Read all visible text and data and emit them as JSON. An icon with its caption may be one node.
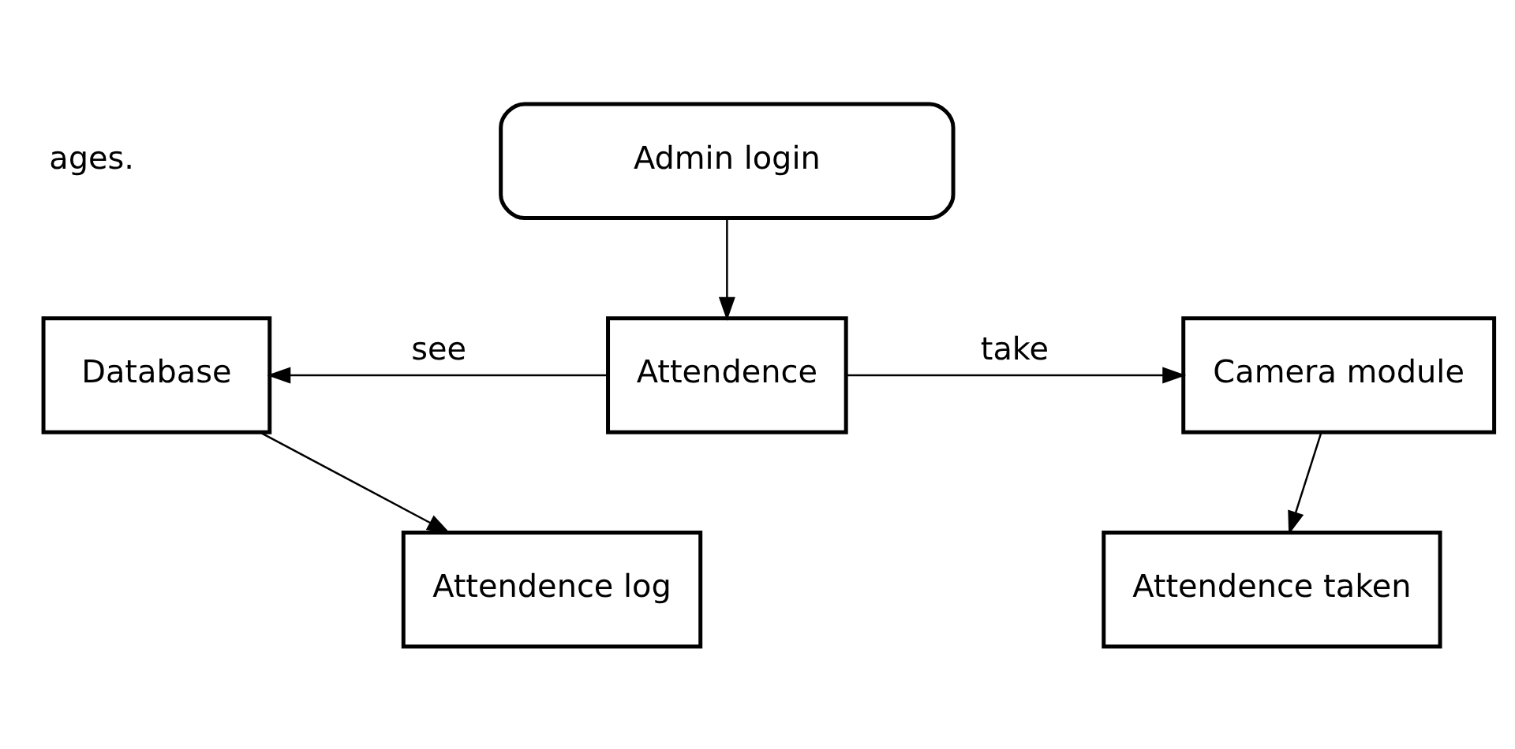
{
  "diagram": {
    "nodes": [
      {
        "text": [
          "Admin login"
        ]
      },
      {
        "text": [
          "Attendence"
        ]
      },
      {
        "text": [
          "Database"
        ]
      },
      {
        "text": [
          "Camera module"
        ]
      },
      {
        "text": [
          "Attendence log"
        ]
      },
      {
        "text": [
          "Attendence taken"
        ]
      }
    ],
    "edges": [
      {
        "from": 0,
        "to": 1,
        "arrow": "to"
      },
      {
        "from": 1,
        "to": 2,
        "arrow": "to",
        "label": "see"
      },
      {
        "from": 1,
        "to": 3,
        "arrow": "to",
        "label": "take"
      },
      {
        "from": 2,
        "to": 4,
        "arrow": "to"
      },
      {
        "from": 3,
        "to": 5,
        "arrow": "to"
      }
    ],
    "labels": [
      "ages."
    ]
  }
}
